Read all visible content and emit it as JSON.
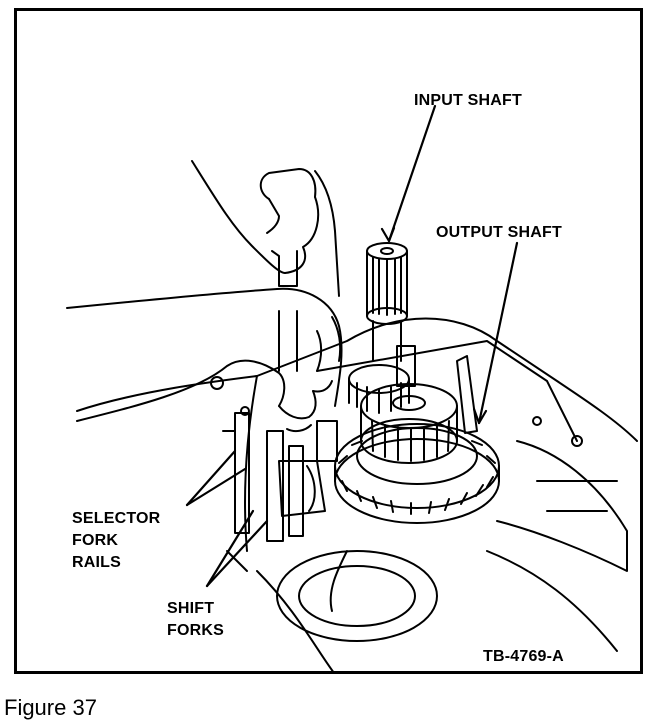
{
  "figure": {
    "caption": "Figure 37",
    "code": "TB-4769-A"
  },
  "labels": {
    "input_shaft": "INPUT SHAFT",
    "output_shaft": "OUTPUT SHAFT",
    "selector_line1": "SELECTOR",
    "selector_line2": "FORK",
    "selector_line3": "RAILS",
    "shift_line1": "SHIFT",
    "shift_line2": "FORKS"
  }
}
